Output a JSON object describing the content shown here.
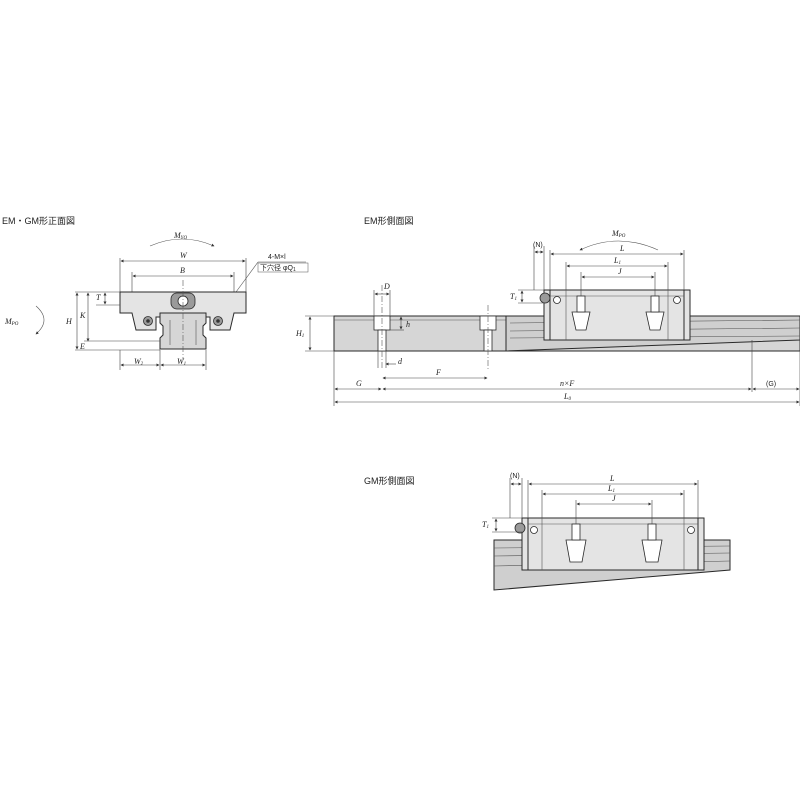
{
  "titles": {
    "front_view": "EM・GM形正面図",
    "em_side_view": "EM形側面図",
    "gm_side_view": "GM形側面図"
  },
  "front_labels": {
    "M_yo": "M",
    "M_yo_sub": "YO",
    "M_po": "M",
    "M_po_sub": "PO",
    "W": "W",
    "B": "B",
    "T": "T",
    "K": "K",
    "H": "H",
    "E": "E",
    "W2": "W",
    "W2_sub": "2",
    "W1": "W",
    "W1_sub": "1",
    "hole_spec_line1": "4-M×l",
    "hole_spec_line2": "下穴径 φQ",
    "hole_spec_sub": "1"
  },
  "em_side_labels": {
    "M_po": "M",
    "M_po_sub": "PO",
    "N": "(N)",
    "L": "L",
    "L1": "L",
    "L1_sub": "1",
    "J": "J",
    "T1": "T",
    "T1_sub": "1",
    "D": "D",
    "h": "h",
    "d": "d",
    "H1": "H",
    "H1_sub": "1",
    "F": "F",
    "G": "G",
    "nF": "n×F",
    "G_paren": "(G)",
    "L0": "L",
    "L0_sub": "0"
  },
  "gm_side_labels": {
    "N": "(N)",
    "L": "L",
    "L1": "L",
    "L1_sub": "1",
    "J": "J",
    "T1": "T",
    "T1_sub": "1"
  }
}
